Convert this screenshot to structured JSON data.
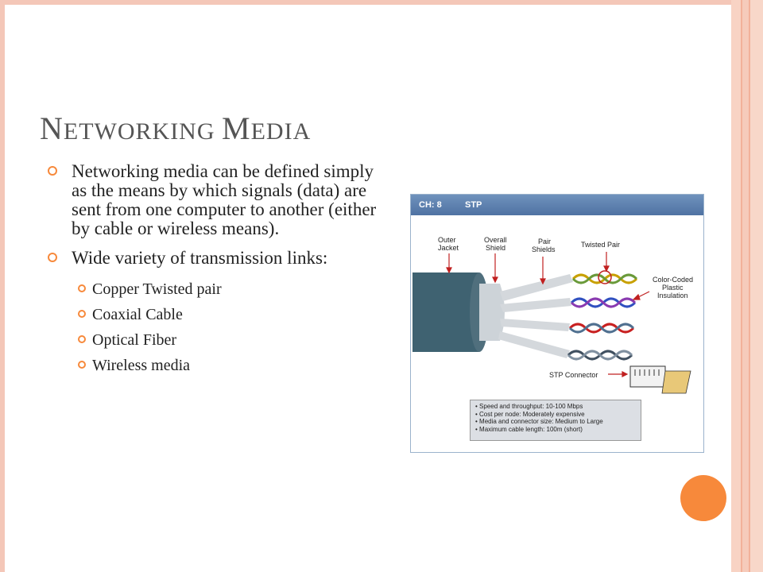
{
  "slide": {
    "title": {
      "first": "N",
      "rest1": "etworking ",
      "second": "M",
      "rest2": "edia"
    },
    "bullets": [
      {
        "text": "Networking media can be defined simply as the means by which signals (data) are sent from one computer to another (either by cable or wireless means)."
      },
      {
        "text": "Wide variety of transmission links:"
      }
    ],
    "sub_bullets": [
      "Copper Twisted pair",
      "Coaxial Cable",
      "Optical Fiber",
      "Wireless media"
    ]
  },
  "diagram": {
    "header_ch": "CH: 8",
    "header_topic": "STP",
    "labels": {
      "outer_jacket_1": "Outer",
      "outer_jacket_2": "Jacket",
      "overall_shield_1": "Overall",
      "overall_shield_2": "Shield",
      "pair_shields_1": "Pair",
      "pair_shields_2": "Shields",
      "twisted_pair": "Twisted Pair",
      "color_coded_1": "Color-Coded",
      "color_coded_2": "Plastic",
      "color_coded_3": "Insulation",
      "stp_connector": "STP Connector"
    },
    "info": [
      "Speed and throughput:  10-100 Mbps",
      "Cost per node: Moderately expensive",
      "Media and connector size:  Medium to Large",
      "Maximum cable length:  100m (short)"
    ]
  },
  "colors": {
    "accent": "#f7893b",
    "border": "#f4c7b8",
    "header": "#5a7cab"
  }
}
